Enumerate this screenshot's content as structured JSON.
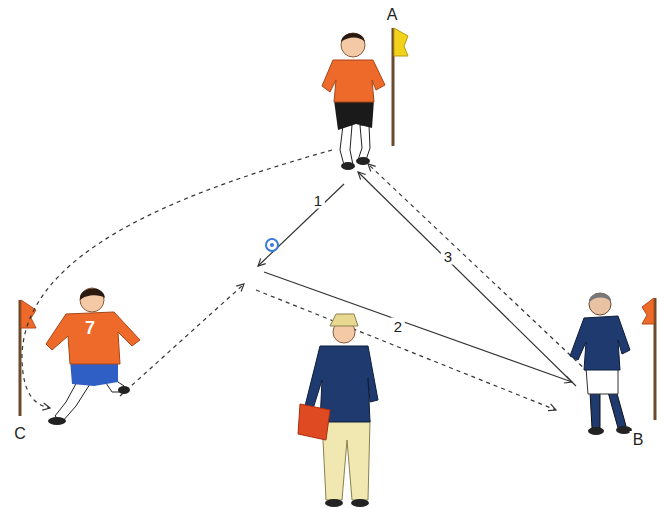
{
  "diagram": {
    "labels": [
      "A",
      "1",
      "3",
      "2",
      "7",
      "C",
      "B"
    ]
  }
}
